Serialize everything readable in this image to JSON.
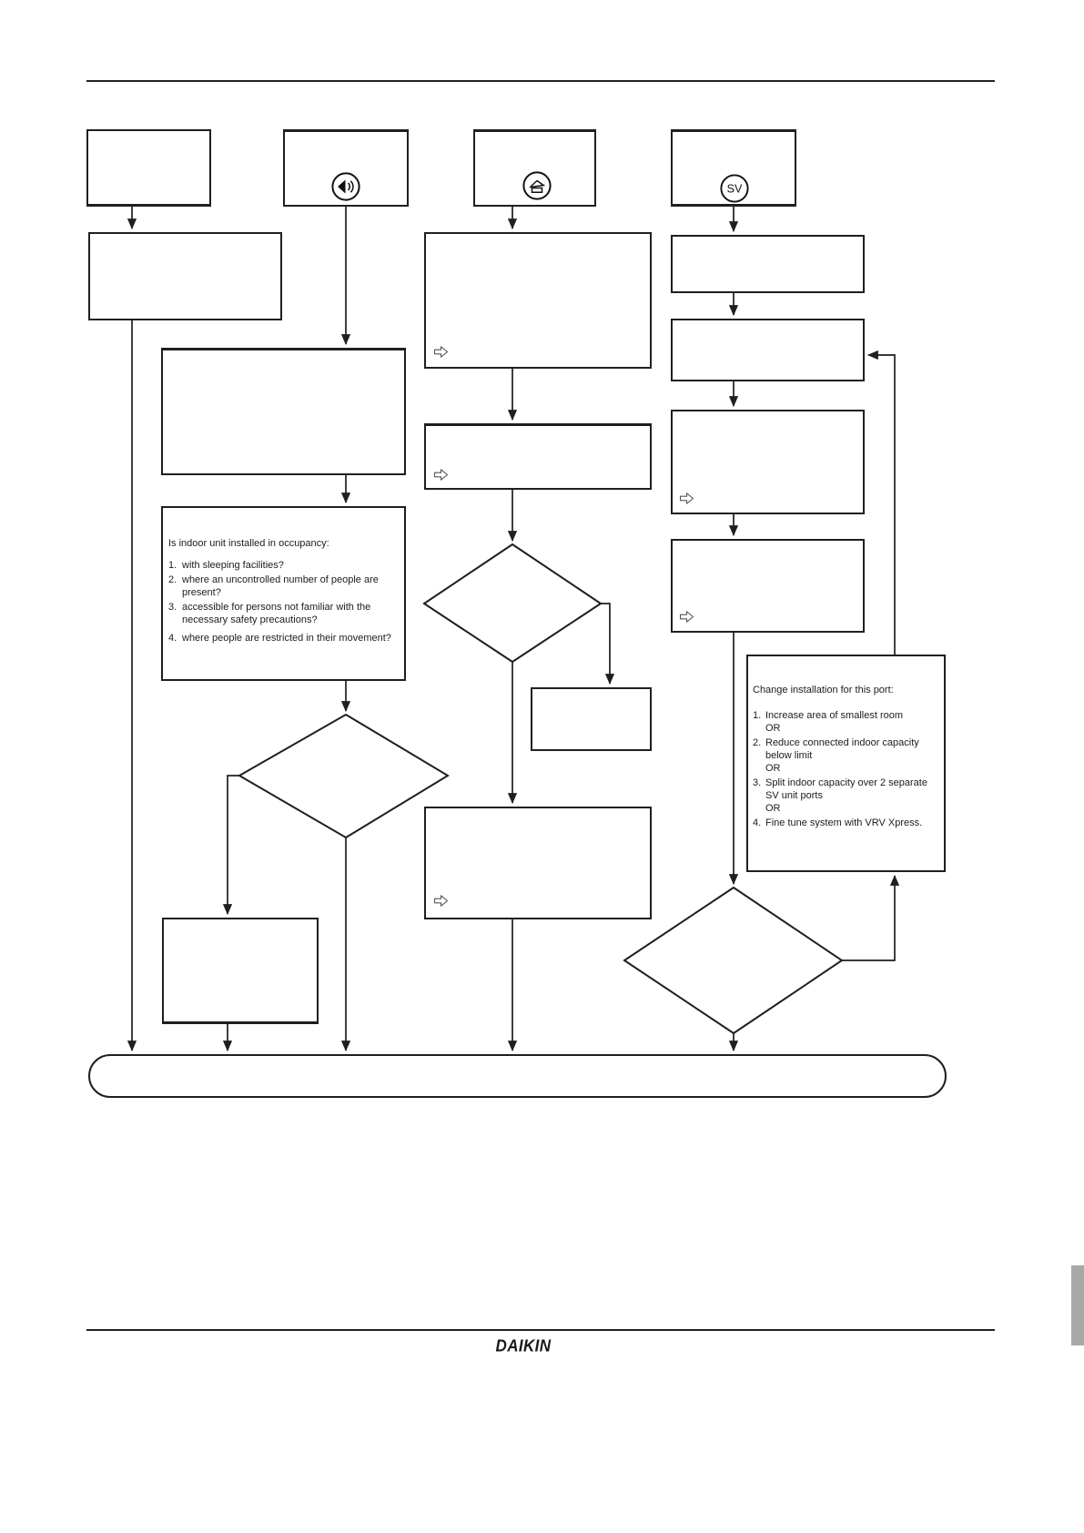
{
  "page": {
    "brand_logo": "DAIKIN"
  },
  "flowchart": {
    "icons": {
      "sv_label": "SV"
    },
    "list_numbers": [
      "1.",
      "2.",
      "3.",
      "4."
    ],
    "occupancy_box": {
      "title": "Is indoor unit installed in occupancy:",
      "items": [
        "with sleeping facilities?",
        "where an uncontrolled number of people are present?",
        "accessible for persons not familiar with the necessary safety precautions?",
        "where people are restricted in their movement?"
      ]
    },
    "change_box": {
      "title": "Change installation for this port:",
      "or_label": "OR",
      "items": [
        "Increase area of smallest room",
        "Reduce connected indoor capacity below limit",
        "Split indoor capacity over 2 separate SV unit ports",
        "Fine tune system with VRV Xpress."
      ]
    }
  }
}
